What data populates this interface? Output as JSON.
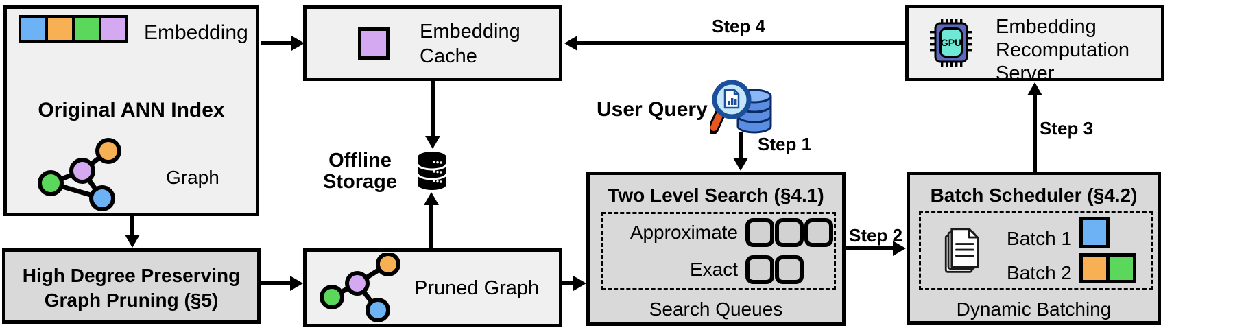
{
  "colors": {
    "blue": "#6cb2f5",
    "orange": "#f8b055",
    "green": "#5bd75b",
    "purple": "#d5a8f2",
    "box_light": "#f0f0f0",
    "box_dark": "#d9d9d9",
    "queue_fill": "#d2d2d2",
    "gpu_chip": "#5a69bd",
    "gpu_core": "#6fe9d6",
    "handle_orange": "#e8571f",
    "db_blue": "#5b8de0"
  },
  "ann_index": {
    "title": "Original ANN Index",
    "embedding_label": "Embedding",
    "graph_label": "Graph"
  },
  "embedding_cache": {
    "label": "Embedding Cache"
  },
  "recomputation_server": {
    "label": "Embedding Recomputation Server",
    "gpu_text": "GPU"
  },
  "offline_storage": {
    "label": "Offline Storage"
  },
  "user_query": {
    "label": "User Query"
  },
  "high_degree_pruning": {
    "title": "High Degree Preserving Graph Pruning (§5)"
  },
  "pruned_graph": {
    "label": "Pruned Graph"
  },
  "two_level_search": {
    "title": "Two Level Search (§4.1)",
    "row_approximate": "Approximate",
    "row_exact": "Exact",
    "approximate_queue_count": 3,
    "exact_queue_count": 2,
    "caption": "Search Queues"
  },
  "batch_scheduler": {
    "title": "Batch Scheduler (§4.2)",
    "batch1_label": "Batch 1",
    "batch2_label": "Batch 2",
    "caption": "Dynamic Batching"
  },
  "steps": {
    "step1": "Step 1",
    "step2": "Step 2",
    "step3": "Step 3",
    "step4": "Step 4"
  },
  "icons": {
    "user_query": "magnifier-over-database",
    "gpu": "gpu-chip",
    "offline_storage": "database-cylinder",
    "batch_documents": "documents-stack"
  }
}
